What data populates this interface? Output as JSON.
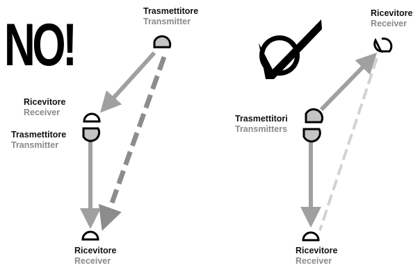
{
  "wrong_setup": {
    "mark": "NO!",
    "top_transmitter": {
      "it": "Trasmettitore",
      "en": "Transmitter"
    },
    "middle_receiver": {
      "it": "Ricevitore",
      "en": "Receiver"
    },
    "middle_transmitter": {
      "it": "Trasmettitore",
      "en": "Transmitter"
    },
    "bottom_receiver": {
      "it": "Ricevitore",
      "en": "Receiver"
    }
  },
  "correct_setup": {
    "mark_icon": "check-circle-icon",
    "top_receiver": {
      "it": "Ricevitore",
      "en": "Receiver"
    },
    "middle_transmitters": {
      "it": "Trasmettitori",
      "en": "Transmitters"
    },
    "bottom_receiver": {
      "it": "Ricevitore",
      "en": "Receiver"
    }
  },
  "colors": {
    "signal_arrow": "#a0a0a0",
    "interference_dark": "#8c8c8c",
    "interference_light": "#d2d2d2",
    "text_italian": "#111111",
    "text_english": "#8a8a8a"
  }
}
